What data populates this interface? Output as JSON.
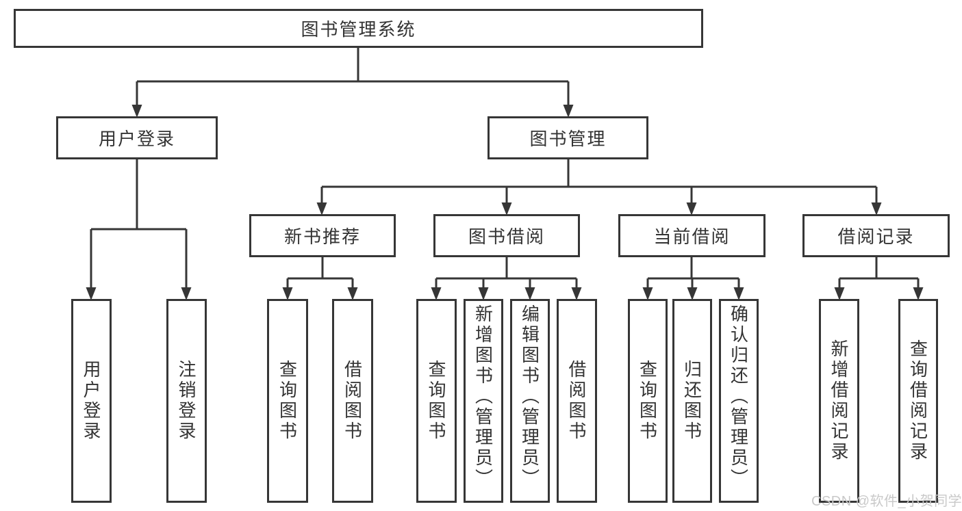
{
  "diagram_title": "图书管理系统",
  "tree": {
    "label": "图书管理系统",
    "children": [
      {
        "label": "用户登录",
        "children": [
          {
            "label": "用户登录"
          },
          {
            "label": "注销登录"
          }
        ]
      },
      {
        "label": "图书管理",
        "children": [
          {
            "label": "新书推荐",
            "children": [
              {
                "label": "查询图书"
              },
              {
                "label": "借阅图书"
              }
            ]
          },
          {
            "label": "图书借阅",
            "children": [
              {
                "label": "查询图书"
              },
              {
                "label": "新增图书（管理员）"
              },
              {
                "label": "编辑图书（管理员）"
              },
              {
                "label": "借阅图书"
              }
            ]
          },
          {
            "label": "当前借阅",
            "children": [
              {
                "label": "查询图书"
              },
              {
                "label": "归还图书"
              },
              {
                "label": "确认归还（管理员）"
              }
            ]
          },
          {
            "label": "借阅记录",
            "children": [
              {
                "label": "新增借阅记录"
              },
              {
                "label": "查询借阅记录"
              }
            ]
          }
        ]
      }
    ]
  },
  "watermark": "CSDN @软件_小贺同学",
  "colors": {
    "line": "#363636",
    "text": "#333333",
    "watermark": "#c9c9c9",
    "background": "#ffffff"
  }
}
